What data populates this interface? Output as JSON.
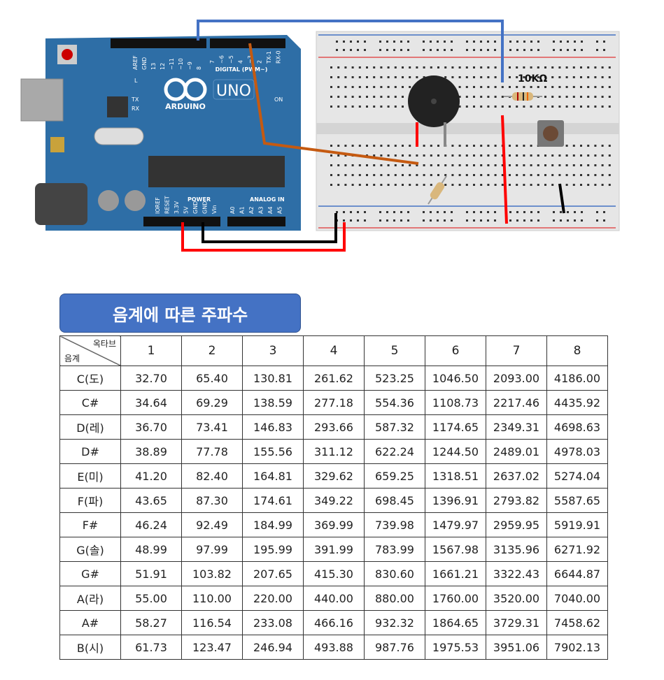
{
  "arduino": {
    "brand": "ARDUINO",
    "model": "UNO",
    "digital_label": "DIGITAL (PWM~)",
    "digital_pins_left": [
      "AREF",
      "GND",
      "13",
      "12",
      "~11",
      "~10",
      "~9",
      "8"
    ],
    "digital_pins_right": [
      "7",
      "~6",
      "~5",
      "4",
      "~3",
      "2",
      "TX-1",
      "RX-0"
    ],
    "power_label": "POWER",
    "power_pins": [
      "IOREF",
      "RESET",
      "3.3V",
      "5V",
      "GND",
      "GND",
      "Vin"
    ],
    "analog_label": "ANALOG IN",
    "analog_pins": [
      "A0",
      "A1",
      "A2",
      "A3",
      "A4",
      "A5"
    ],
    "led_labels": {
      "l": "L",
      "tx": "TX",
      "rx": "RX",
      "on": "ON"
    }
  },
  "breadboard": {
    "resistor_label": "10KΩ"
  },
  "colors": {
    "board": "#2E6EA6",
    "wire_blue": "#4472C4",
    "wire_orange": "#C55A11",
    "wire_red": "#FF0000",
    "wire_black": "#000000",
    "title_bg": "#4472C4"
  },
  "table": {
    "title": "음계에 따른 주파수",
    "corner_top": "옥타브",
    "corner_bottom": "음계",
    "octaves": [
      "1",
      "2",
      "3",
      "4",
      "5",
      "6",
      "7",
      "8"
    ],
    "rows": [
      {
        "note": "C(도)",
        "values": [
          "32.70",
          "65.40",
          "130.81",
          "261.62",
          "523.25",
          "1046.50",
          "2093.00",
          "4186.00"
        ]
      },
      {
        "note": "C#",
        "values": [
          "34.64",
          "69.29",
          "138.59",
          "277.18",
          "554.36",
          "1108.73",
          "2217.46",
          "4435.92"
        ]
      },
      {
        "note": "D(레)",
        "values": [
          "36.70",
          "73.41",
          "146.83",
          "293.66",
          "587.32",
          "1174.65",
          "2349.31",
          "4698.63"
        ]
      },
      {
        "note": "D#",
        "values": [
          "38.89",
          "77.78",
          "155.56",
          "311.12",
          "622.24",
          "1244.50",
          "2489.01",
          "4978.03"
        ]
      },
      {
        "note": "E(미)",
        "values": [
          "41.20",
          "82.40",
          "164.81",
          "329.62",
          "659.25",
          "1318.51",
          "2637.02",
          "5274.04"
        ]
      },
      {
        "note": "F(파)",
        "values": [
          "43.65",
          "87.30",
          "174.61",
          "349.22",
          "698.45",
          "1396.91",
          "2793.82",
          "5587.65"
        ]
      },
      {
        "note": "F#",
        "values": [
          "46.24",
          "92.49",
          "184.99",
          "369.99",
          "739.98",
          "1479.97",
          "2959.95",
          "5919.91"
        ]
      },
      {
        "note": "G(솔)",
        "values": [
          "48.99",
          "97.99",
          "195.99",
          "391.99",
          "783.99",
          "1567.98",
          "3135.96",
          "6271.92"
        ]
      },
      {
        "note": "G#",
        "values": [
          "51.91",
          "103.82",
          "207.65",
          "415.30",
          "830.60",
          "1661.21",
          "3322.43",
          "6644.87"
        ]
      },
      {
        "note": "A(라)",
        "values": [
          "55.00",
          "110.00",
          "220.00",
          "440.00",
          "880.00",
          "1760.00",
          "3520.00",
          "7040.00"
        ]
      },
      {
        "note": "A#",
        "values": [
          "58.27",
          "116.54",
          "233.08",
          "466.16",
          "932.32",
          "1864.65",
          "3729.31",
          "7458.62"
        ]
      },
      {
        "note": "B(시)",
        "values": [
          "61.73",
          "123.47",
          "246.94",
          "493.88",
          "987.76",
          "1975.53",
          "3951.06",
          "7902.13"
        ]
      }
    ]
  }
}
